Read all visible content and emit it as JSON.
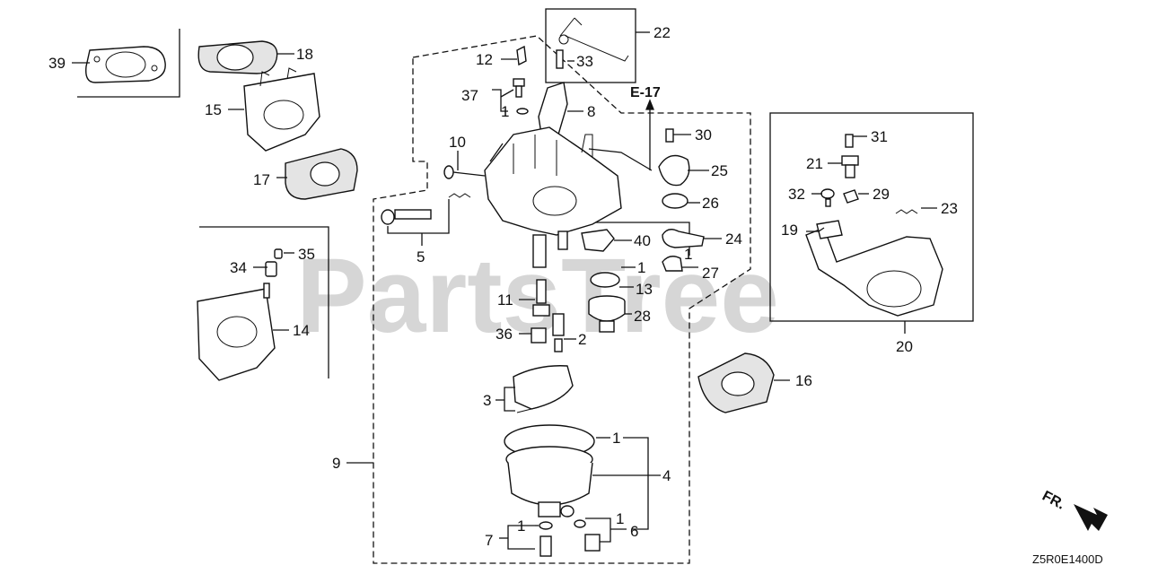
{
  "watermark": "PartsTree",
  "diagram_code": "Z5R0E1400D",
  "section_ref": "E-17",
  "front_label": "FR.",
  "callouts": {
    "c39": "39",
    "c18": "18",
    "c15": "15",
    "c17": "17",
    "c34": "34",
    "c35": "35",
    "c14": "14",
    "c12": "12",
    "c33": "33",
    "c22": "22",
    "c37": "37",
    "c1a": "1",
    "c8": "8",
    "c10": "10",
    "c5": "5",
    "c40": "40",
    "c1b": "1",
    "c1c": "1",
    "c13": "13",
    "c11": "11",
    "c28": "28",
    "c36": "36",
    "c2": "2",
    "c3": "3",
    "c9": "9",
    "c1d": "1",
    "c4": "4",
    "c7": "7",
    "c1e": "1",
    "c1f": "1",
    "c6": "6",
    "c30": "30",
    "c25": "25",
    "c26": "26",
    "c24": "24",
    "c27": "27",
    "c31": "31",
    "c21": "21",
    "c32": "32",
    "c29": "29",
    "c23": "23",
    "c19": "19",
    "c20": "20",
    "c16": "16"
  }
}
